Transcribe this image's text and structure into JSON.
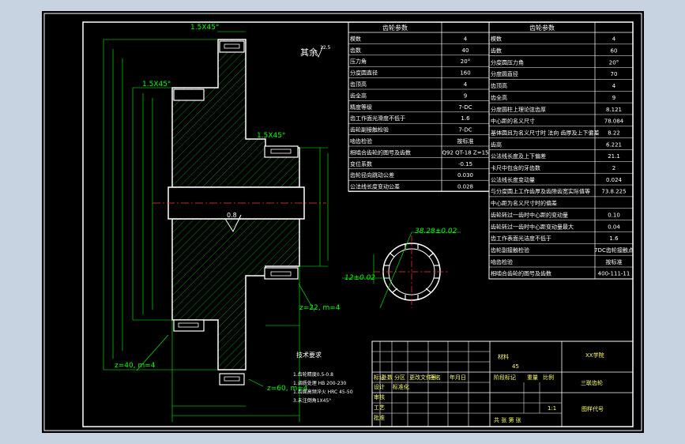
{
  "drawing": {
    "surface_finish_label": "其余",
    "surface_finish_value": "12.5",
    "section_roughness": "0.8",
    "chamfers": [
      "1.5X45°",
      "1.5X45°",
      "1.5X45°"
    ],
    "gear_labels": [
      "z=22, m=4",
      "z=40, m=4",
      "z=60, m=4"
    ],
    "spline_dims": [
      "38.28±0.02",
      "12±0.02"
    ]
  },
  "table_left": {
    "header": "齿轮参数",
    "rows": [
      {
        "label": "模数",
        "value": "4"
      },
      {
        "label": "齿数",
        "value": "40"
      },
      {
        "label": "压力角",
        "value": "20°"
      },
      {
        "label": "分度圆直径",
        "value": "160"
      },
      {
        "label": "齿顶高",
        "value": "4"
      },
      {
        "label": "齿全高",
        "value": "9"
      },
      {
        "label": "精度等级",
        "value": "7-DC"
      },
      {
        "label": "齿工作面光滑度不低于",
        "value": "1.6"
      },
      {
        "label": "齿轮副接触检验",
        "value": "7-DC"
      },
      {
        "label": "啮齿检验",
        "value": "按标准"
      },
      {
        "label": "相啮合齿轮的图号及齿数",
        "value": "Q92 QT-18 Z=15"
      },
      {
        "label": "变位系数",
        "value": "-0.15"
      },
      {
        "label": "齿轮径向跳动公差",
        "value": "0.030"
      },
      {
        "label": "公法线长度变动公差",
        "value": "0.028"
      }
    ]
  },
  "table_right": {
    "header": "齿轮参数",
    "rows": [
      {
        "label": "模数",
        "value": "4"
      },
      {
        "label": "齿数",
        "value": "60"
      },
      {
        "label": "分度圆压力角",
        "value": "20°"
      },
      {
        "label": "分度圆直径",
        "value": "70"
      },
      {
        "label": "齿顶高",
        "value": "4"
      },
      {
        "label": "齿全高",
        "value": "9"
      },
      {
        "label": "分度圆柱上理论弦齿厚",
        "value": "8.121"
      },
      {
        "label": "中心距的名义尺寸",
        "value": "78.084"
      },
      {
        "label": "基体圆且为名义尺寸时 法向 齿厚及上下偏差",
        "value": "8.22"
      },
      {
        "label": "齿高",
        "value": "6.221"
      },
      {
        "label": "公法线长度及上下偏差",
        "value": "21.1"
      },
      {
        "label": "卡尺中包含的牙齿数",
        "value": "2"
      },
      {
        "label": "公法线长度变动量",
        "value": "0.024"
      },
      {
        "label": "与分度圆上工作齿厚及齿隙齿宽实际值等",
        "value": "73.8.225"
      },
      {
        "label": "中心距为名义尺寸时的偏差",
        "value": ""
      },
      {
        "label": "齿轮转过一齿时中心距的变动量",
        "value": "0.10"
      },
      {
        "label": "齿轮转过一齿时中心距变动量最大",
        "value": "0.04"
      },
      {
        "label": "齿工作表面光洁度不低于",
        "value": "1.6"
      },
      {
        "label": "齿轮副接触检验",
        "value": "7DC齿轮接触点"
      },
      {
        "label": "啮齿检验",
        "value": "按标准"
      },
      {
        "label": "相啮合齿轮的图号及齿数",
        "value": "400-111-11"
      }
    ]
  },
  "tech": {
    "title": "技术要求",
    "lines": [
      "1.齿轮精度0.5-0.8",
      "1.调质处理 HB 200-230",
      "1.齿面高频淬火 HRC 45-50",
      "3.未注倒角1X45°"
    ]
  },
  "title_block": {
    "school": "XX学院",
    "part_name": "三联齿轮",
    "drawing_no": "图样代号",
    "material": "45",
    "scale": "1:1",
    "material_label": "材料",
    "cells": [
      "标记",
      "处数",
      "分区",
      "更改文件号",
      "签名",
      "年月日",
      "设计",
      "标准化",
      "审核",
      "工艺",
      "批准",
      "阶段标记",
      "重量",
      "比例",
      "共 张 第 张"
    ]
  }
}
